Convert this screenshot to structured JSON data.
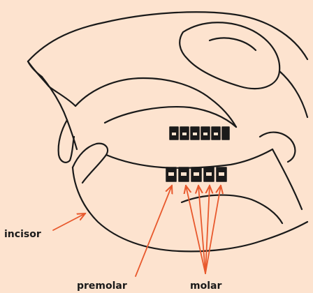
{
  "colors": {
    "background": "#fde3cf",
    "outline": "#1a1a1a",
    "pointer": "#e8592d"
  },
  "labels": {
    "incisor": "incisor",
    "premolar": "premolar",
    "molar": "molar"
  }
}
